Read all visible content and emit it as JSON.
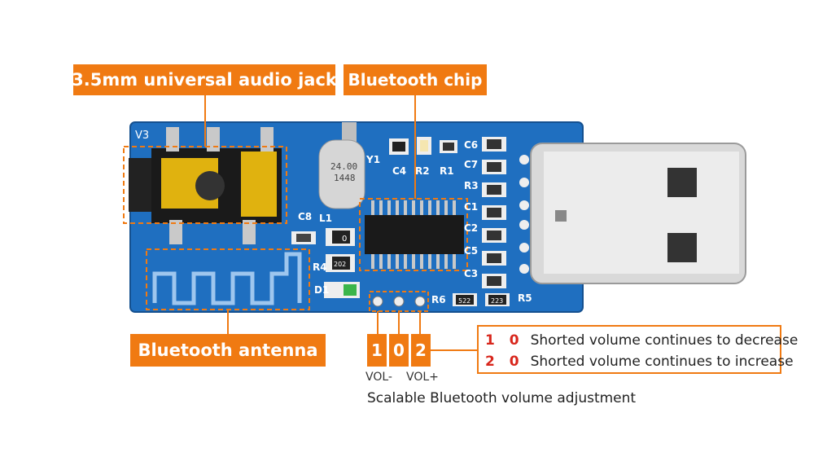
{
  "callouts": {
    "audio_jack": "3.5mm universal audio jack",
    "bluetooth_chip": "Bluetooth chip",
    "bluetooth_antenna": "Bluetooth antenna"
  },
  "pins": {
    "pin1": "1",
    "pin0": "0",
    "pin2": "2"
  },
  "labels": {
    "vol_minus": "VOL-",
    "vol_plus": "VOL+"
  },
  "volume_notes": [
    {
      "code": "1 0",
      "text": "Shorted volume continues to decrease"
    },
    {
      "code": "2 0",
      "text": "Shorted volume continues to increase"
    }
  ],
  "caption": "Scalable Bluetooth volume adjustment",
  "board_text": {
    "version": "V3",
    "crystal": "24.00",
    "crystal2": "1448",
    "y1": "Y1",
    "l1": "L1",
    "c1": "C1",
    "c2": "C2",
    "c3": "C3",
    "c4": "C4",
    "c5": "C5",
    "c6": "C6",
    "c7": "C7",
    "c8": "C8",
    "r1": "R1",
    "r2": "R2",
    "r3": "R3",
    "r4": "R4",
    "r5": "R5",
    "r6": "R6",
    "d1": "D1",
    "chip_0": "0",
    "r_202": "202",
    "r_522": "522",
    "r_223": "223"
  },
  "colors": {
    "accent": "#f07a12",
    "pcb": "#1f6fc0",
    "highlight": "#d8261c"
  }
}
